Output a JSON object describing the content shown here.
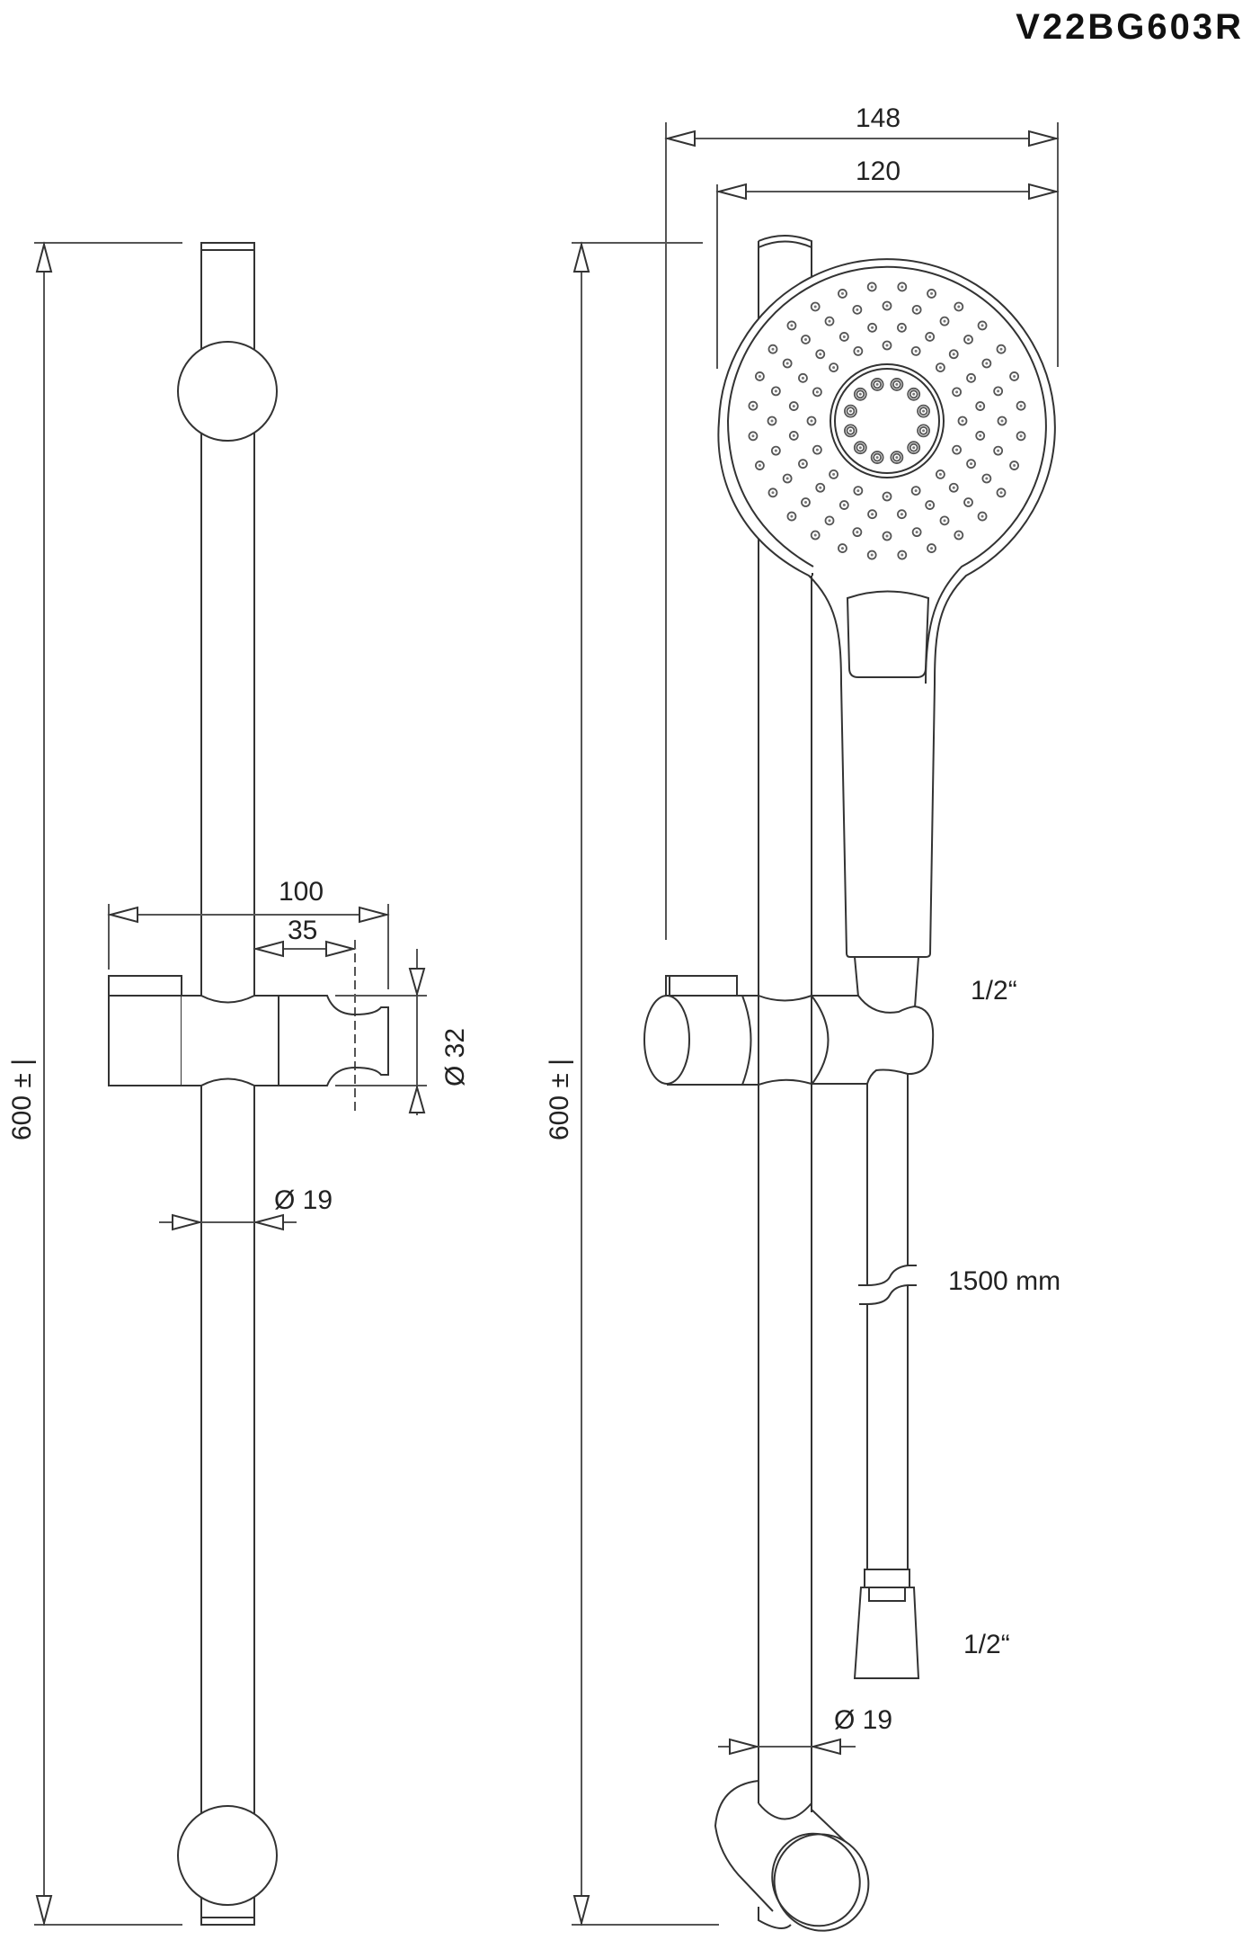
{
  "title": "V22BG603R",
  "dimensions": {
    "left_view": {
      "height": "600 ± |",
      "holder_length": "100",
      "holder_offset": "35",
      "holder_diameter": "Ø 32",
      "rail_diameter": "Ø 19"
    },
    "right_view": {
      "height": "600 ± |",
      "head_overall_width": "148",
      "head_diameter": "120",
      "connector_top": "1/2“",
      "hose_length": "1500 mm",
      "connector_bottom": "1/2“",
      "rail_diameter": "Ø 19"
    }
  },
  "colors": {
    "line": "#333333",
    "background": "#ffffff",
    "text": "#222222"
  }
}
